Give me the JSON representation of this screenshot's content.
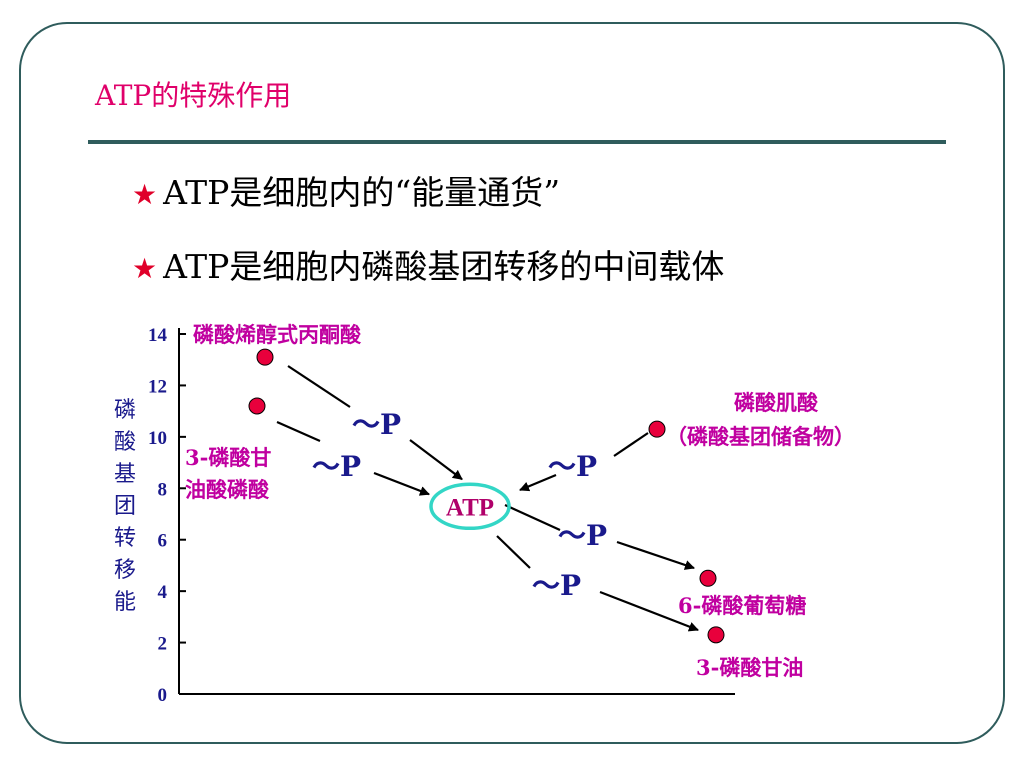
{
  "slide": {
    "title": "ATP的特殊作用",
    "bullets": [
      {
        "star": "★",
        "text": "ATP是细胞内的“能量通货”"
      },
      {
        "star": "★",
        "text": "ATP是细胞内磷酸基团转移的中间载体"
      }
    ]
  },
  "chart_data": {
    "type": "scatter",
    "ylabel": "磷酸基团转移能",
    "ylim": [
      0,
      14
    ],
    "yticks": [
      "0",
      "2",
      "4",
      "6",
      "8",
      "10",
      "12",
      "14"
    ],
    "points": [
      {
        "label": "磷酸烯醇式丙酮酸",
        "y": 13.1
      },
      {
        "label": "3-磷酸甘油酸磷酸",
        "y": 11.2
      },
      {
        "label": "ATP",
        "y": 7.3
      },
      {
        "label": "磷酸肌酸（磷酸基团储备物）",
        "y": 10.3
      },
      {
        "label": "6-磷酸葡萄糖",
        "y": 4.5
      },
      {
        "label": "3-磷酸甘油",
        "y": 2.3
      }
    ],
    "labels": {
      "pep": "磷酸烯醇式丙酮酸",
      "g13": [
        "3-磷酸甘",
        "油酸磷酸"
      ],
      "cp": [
        "磷酸肌酸",
        "（磷酸基团储备物）"
      ],
      "g6p": "6-磷酸葡萄糖",
      "g3p": "3-磷酸甘油",
      "atp": "ATP"
    },
    "transfer_label": "～P",
    "colors": {
      "point": "#e8003c",
      "label": "#c000a0",
      "axis": "#000000",
      "tick": "#1a1a8c",
      "ellipse": "#33d6c6",
      "atp_text": "#b0006a"
    }
  }
}
